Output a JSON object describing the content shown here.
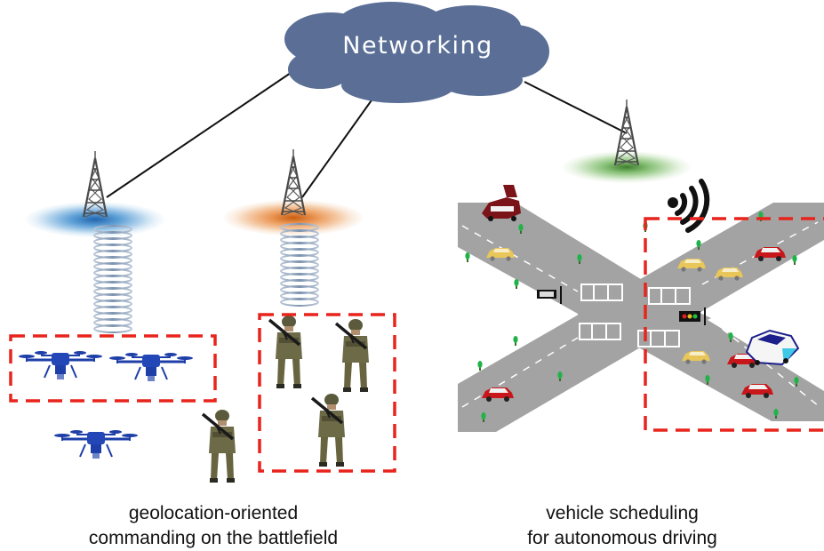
{
  "cloud": {
    "label": "Networking"
  },
  "captions": {
    "left": {
      "line1": "geolocation-oriented",
      "line2": "commanding on the battlefield"
    },
    "right": {
      "line1": "vehicle scheduling",
      "line2": "for autonomous driving"
    }
  },
  "colors": {
    "cloud": "#5a6e96",
    "tower_left_glow": "#2d6fb0",
    "tower_mid_glow": "#d9781f",
    "tower_right_glow": "#4f9a45",
    "dashed_box": "#e8241c",
    "drone": "#1e3fa8",
    "road": "#a0a0a0"
  }
}
